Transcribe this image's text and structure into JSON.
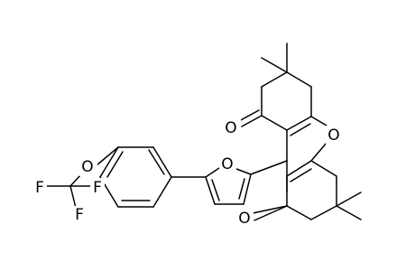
{
  "structure": {
    "atom_labels": {
      "ketone_oxygen_top": "O",
      "ketone_oxygen_bottom": "O",
      "xanthene_ring_oxygen": "O",
      "furan_oxygen": "O",
      "ether_oxygen": "O",
      "fluorine_top_left": "F",
      "fluorine_top_right": "F",
      "fluorine_bottom": "F"
    }
  }
}
